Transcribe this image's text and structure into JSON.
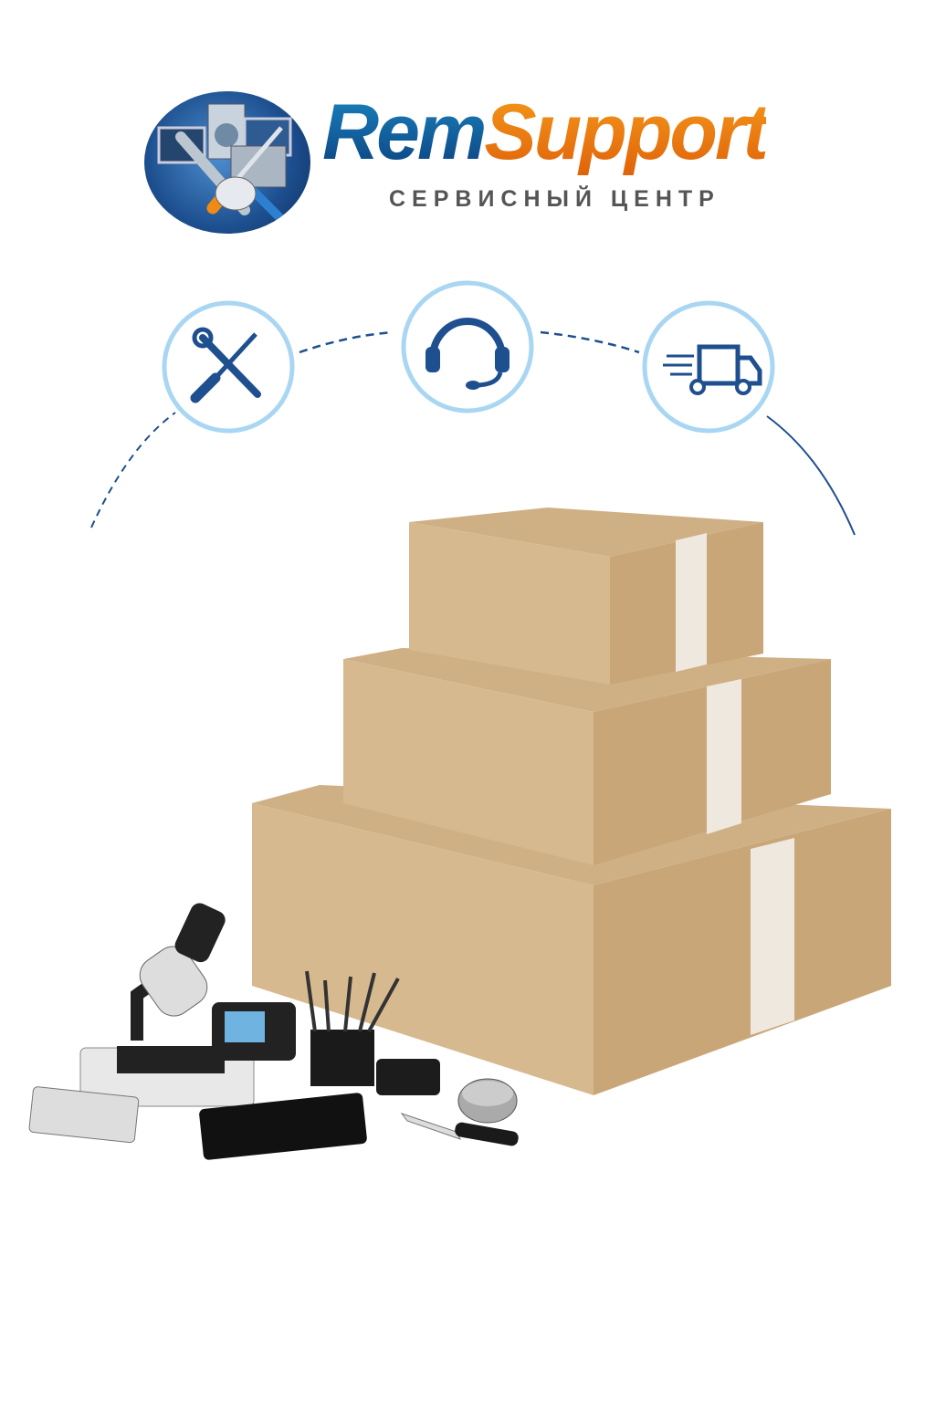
{
  "logo": {
    "brand_part1": "Rem",
    "brand_part2": "Support",
    "tagline": "СЕРВИСНЫЙ ЦЕНТР"
  },
  "services": [
    {
      "icon": "tools-icon"
    },
    {
      "icon": "headset-icon"
    },
    {
      "icon": "delivery-truck-icon"
    }
  ],
  "colors": {
    "blue": "#0f4f96",
    "orange": "#ec7a10",
    "cardboard": "#d2b48c",
    "circle_border": "#a9d6f2"
  }
}
